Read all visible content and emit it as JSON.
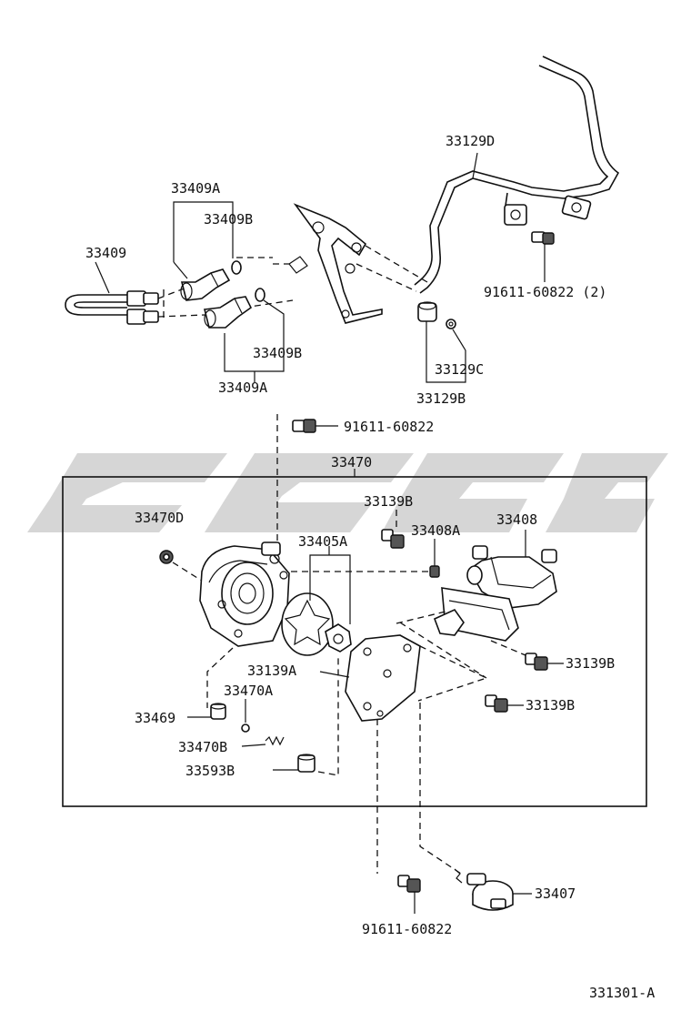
{
  "labels": {
    "p33129D": "33129D",
    "p33409A_top": "33409A",
    "p33409B_top": "33409B",
    "p33409": "33409",
    "p91611_2": "91611-60822 (2)",
    "p33409B_bot": "33409B",
    "p33129C": "33129C",
    "p33409A_bot": "33409A",
    "p33129B": "33129B",
    "p91611_top": "91611-60822",
    "p33470": "33470",
    "p33139B_top": "33139B",
    "p33408": "33408",
    "p33470D": "33470D",
    "p33408A": "33408A",
    "p33405A": "33405A",
    "p33139B_r1": "33139B",
    "p33139A": "33139A",
    "p33470A": "33470A",
    "p33139B_r2": "33139B",
    "p33469": "33469",
    "p33470B": "33470B",
    "p33593B": "33593B",
    "p33407": "33407",
    "p91611_bot": "91611-60822",
    "diagram_code": "331301-A"
  }
}
